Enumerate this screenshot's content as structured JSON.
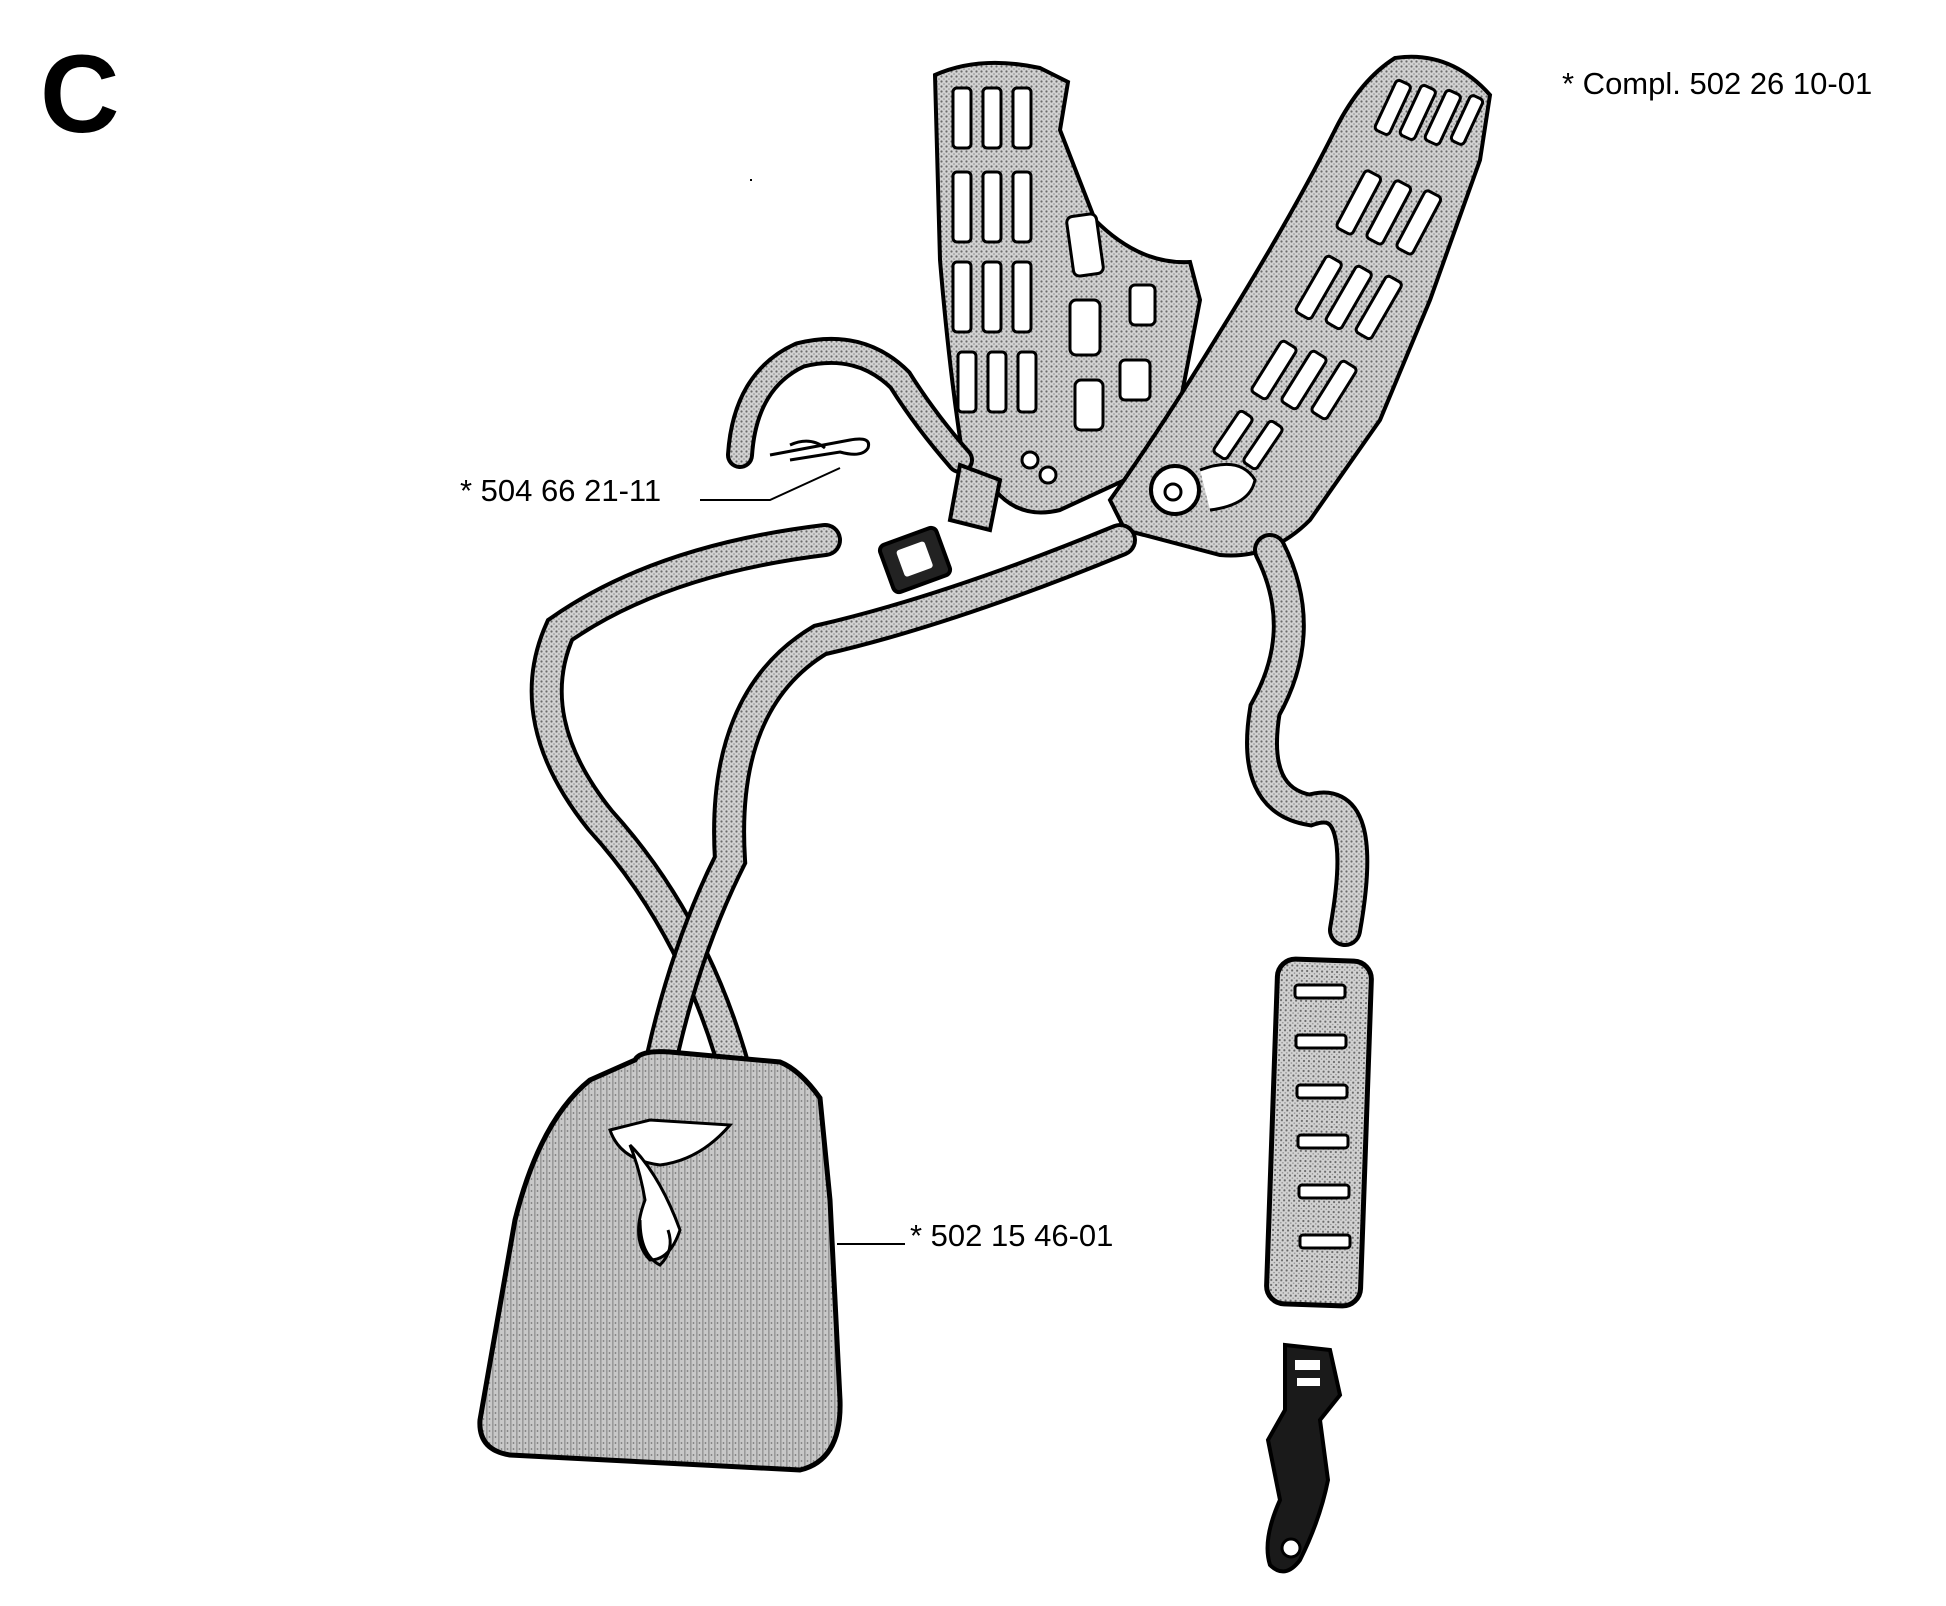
{
  "section_letter": "C",
  "labels": {
    "complete_set": "* Compl. 502 26 10-01",
    "pin": "* 504 66 21-11",
    "hip_pad": "* 502 15 46-01"
  },
  "colors": {
    "ink": "#000000",
    "paper": "#ffffff",
    "shade": "#b4b4b4",
    "shade_dark": "#8e8e8e"
  },
  "icons": {
    "shoulder_harness": "shoulder-harness-icon",
    "snap_pin": "snap-pin-icon",
    "buckle": "buckle-icon",
    "hip_pad": "hip-pad-icon",
    "back_pad": "back-pad-icon",
    "strap_clip": "strap-clip-icon"
  }
}
